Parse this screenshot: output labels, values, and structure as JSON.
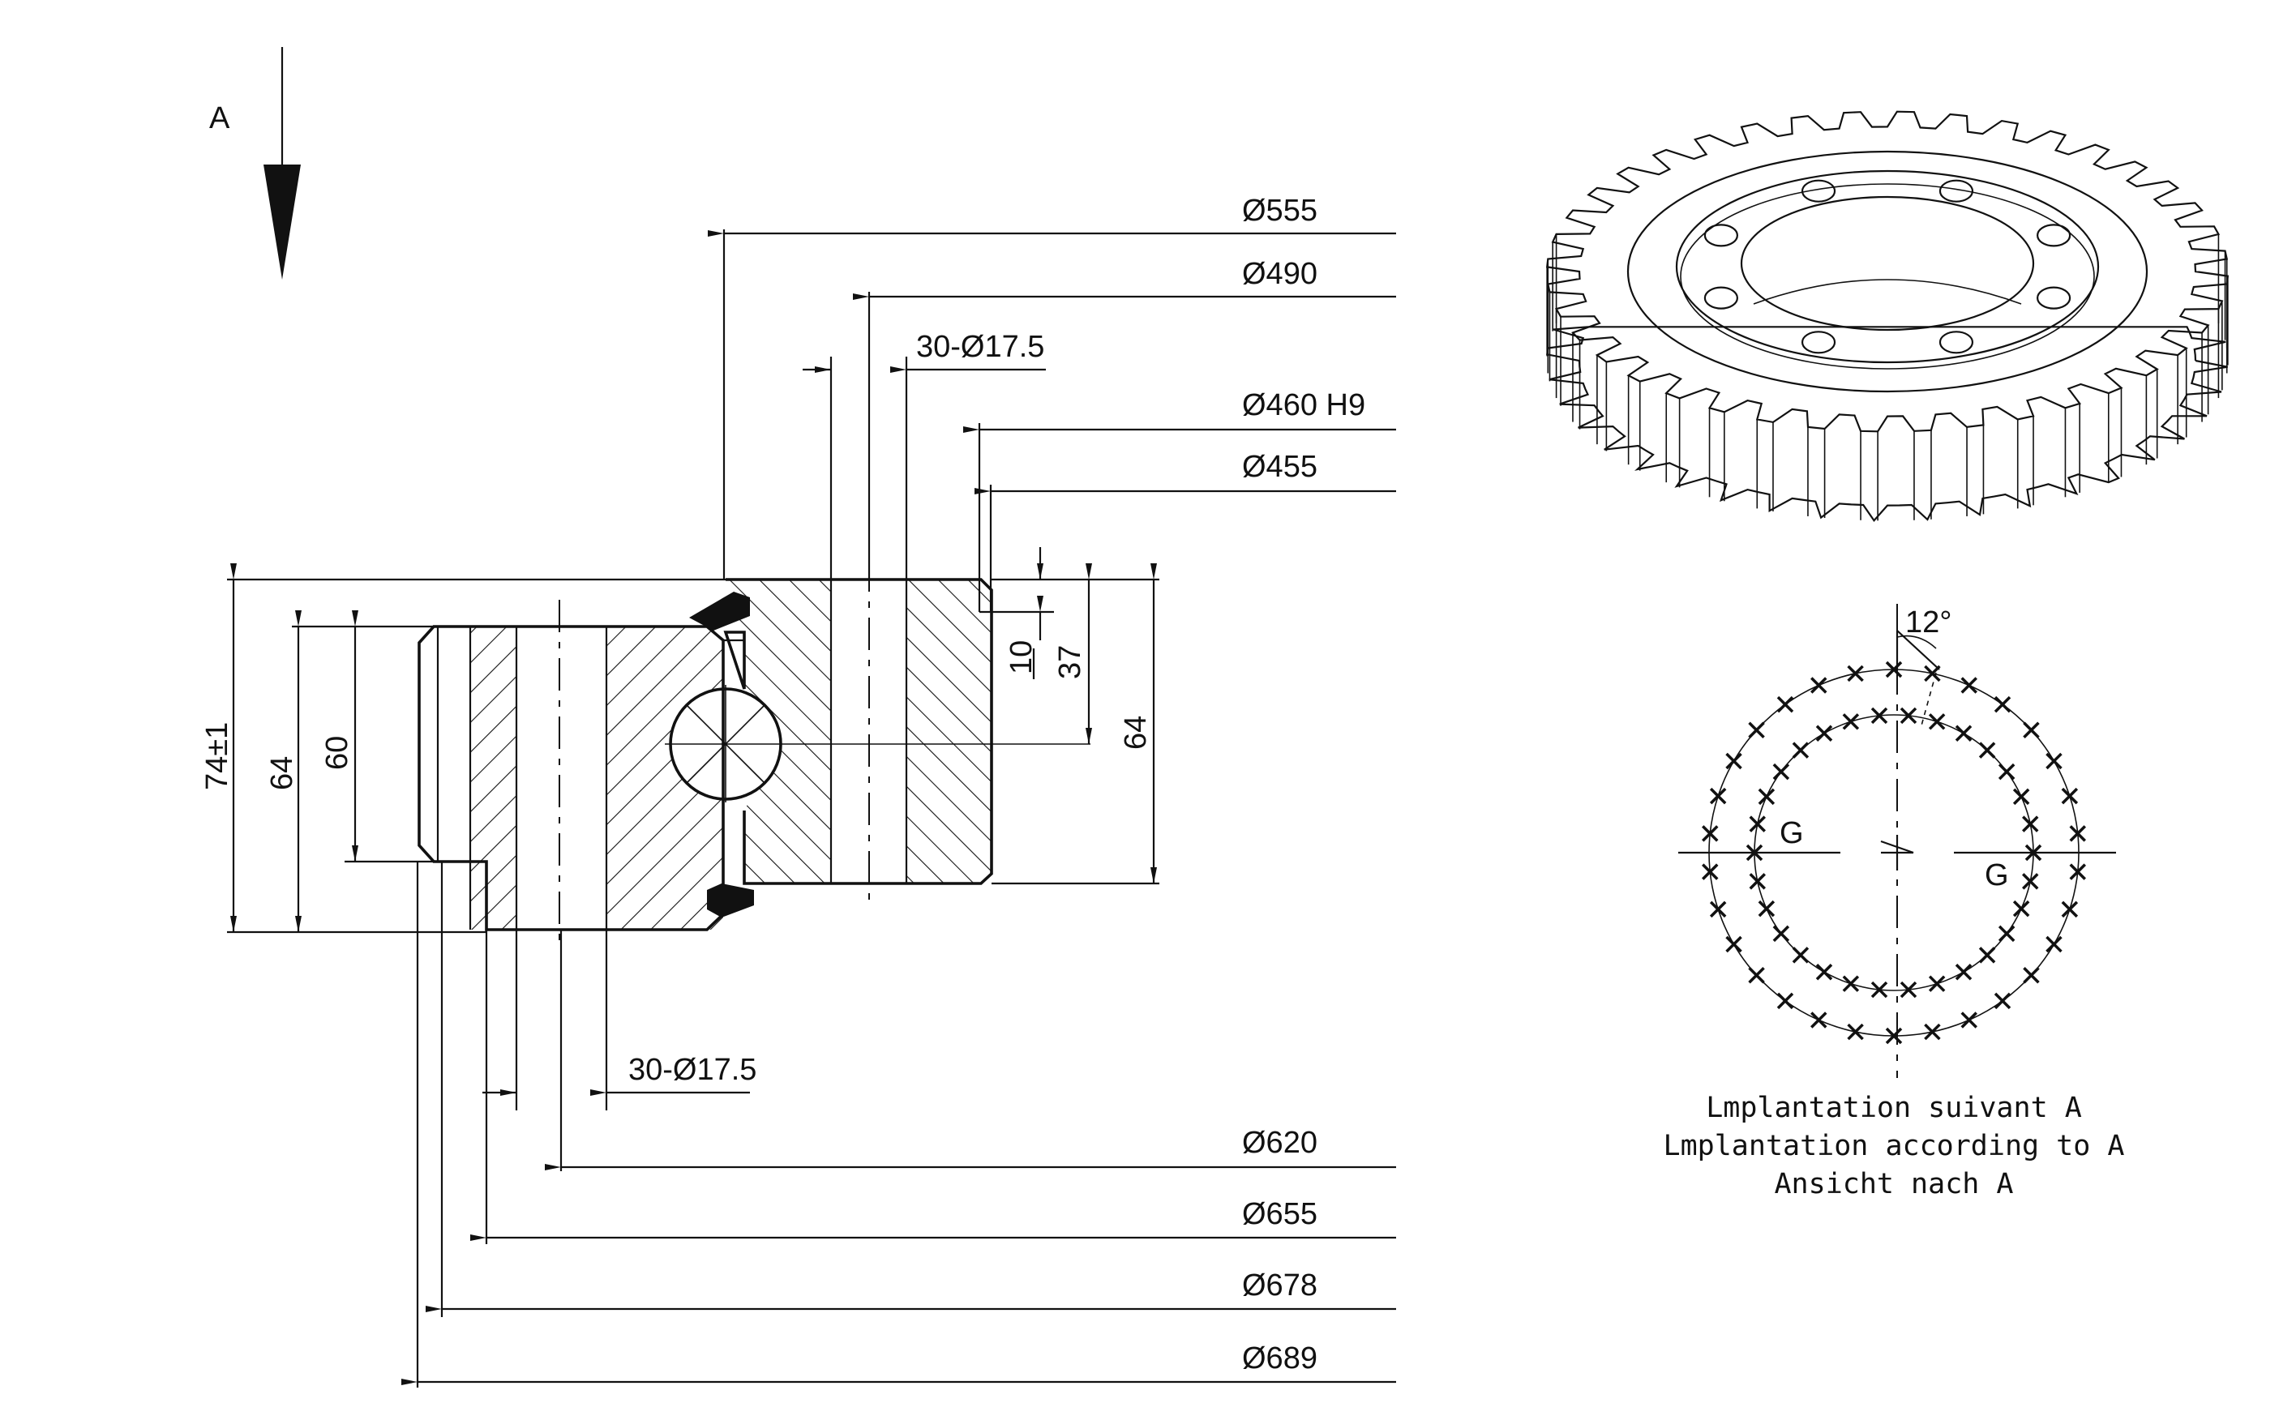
{
  "view_arrow": {
    "label": "A"
  },
  "top_dims": [
    {
      "id": "d555",
      "label": "Ø555"
    },
    {
      "id": "d490",
      "label": "Ø490"
    },
    {
      "id": "holes_top",
      "label": "30-Ø17.5"
    },
    {
      "id": "d460",
      "label": "Ø460 H9"
    },
    {
      "id": "d455",
      "label": "Ø455"
    }
  ],
  "bottom_dims": [
    {
      "id": "holes_bot",
      "label": "30-Ø17.5"
    },
    {
      "id": "d620",
      "label": "Ø620"
    },
    {
      "id": "d655",
      "label": "Ø655"
    },
    {
      "id": "d678",
      "label": "Ø678"
    },
    {
      "id": "d689",
      "label": "Ø689"
    }
  ],
  "height_dims": {
    "h74": "74±1",
    "h64_left": "64",
    "h60": "60",
    "h10": "10",
    "h37": "37",
    "h64_right": "64"
  },
  "pattern": {
    "angle_label": "12°",
    "g_left": "G",
    "g_right": "G",
    "outer_holes": 30,
    "inner_holes": 30,
    "caption": [
      "Lmplantation suivant A",
      "Lmplantation according to A",
      "Ansicht nach A"
    ]
  },
  "gear": {
    "teeth": 40,
    "bolt_holes": 8
  }
}
